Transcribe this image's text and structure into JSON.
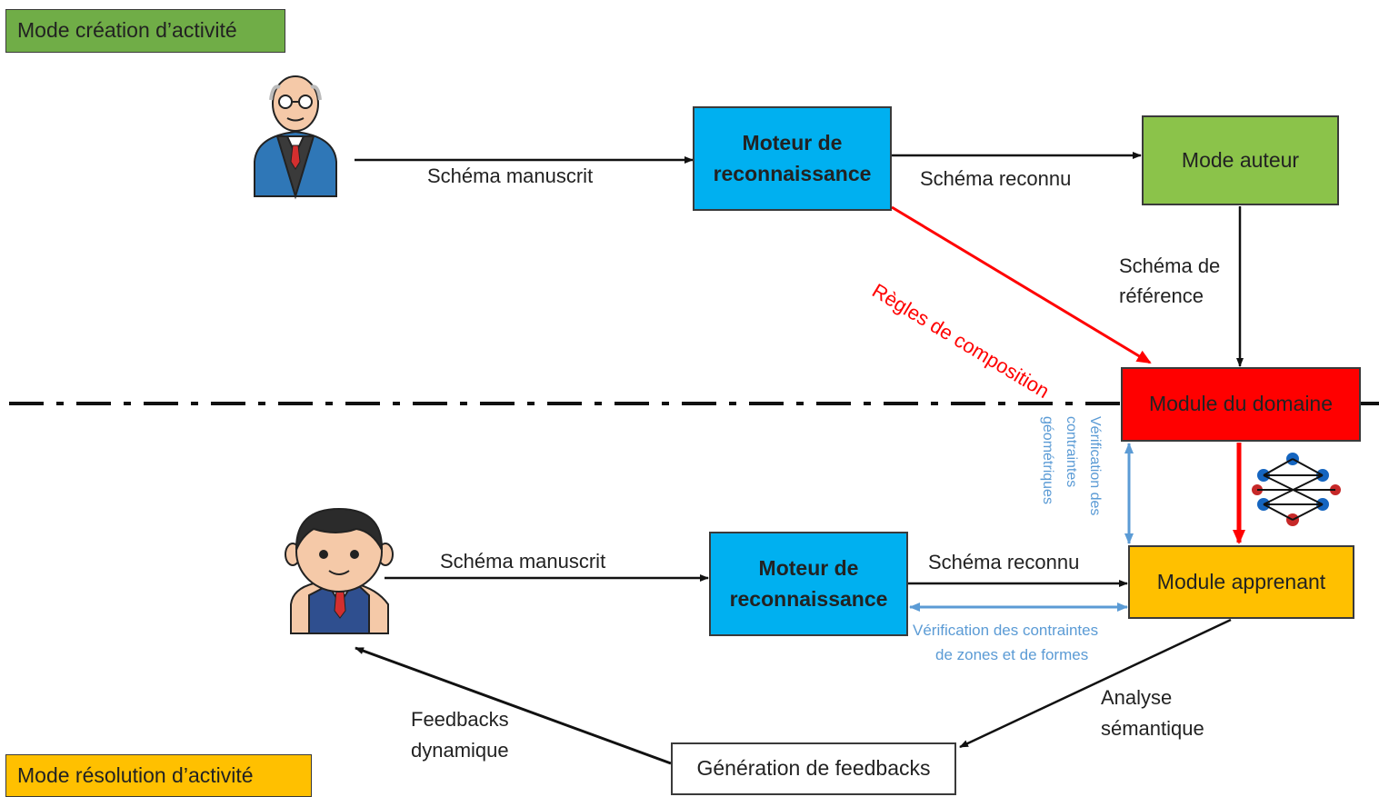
{
  "modes": {
    "creation": {
      "label": "Mode création d’activité",
      "color": "#70ad47"
    },
    "resolution": {
      "label": "Mode résolution d’activité",
      "color": "#ffc000"
    }
  },
  "nodes": {
    "recognition_top": {
      "line1": "Moteur de",
      "line2": "reconnaissance",
      "color": "#00b0f0"
    },
    "author_mode": {
      "label": "Mode auteur",
      "color": "#8bc34a"
    },
    "domain_module": {
      "label": "Module du domaine",
      "color": "#ff0000"
    },
    "recognition_bottom": {
      "line1": "Moteur de",
      "line2": "reconnaissance",
      "color": "#00b0f0"
    },
    "learner_module": {
      "label": "Module apprenant",
      "color": "#ffc000"
    },
    "feedback_generation": {
      "label": "Génération de feedbacks"
    }
  },
  "edges": {
    "top_manuscript": "Schéma manuscrit",
    "top_recognized": "Schéma reconnu",
    "reference_line1": "Schéma de",
    "reference_line2": "référence",
    "composition_rules": "Règles de composition",
    "geo_constraints_line1": "Vérification des",
    "geo_constraints_line2": "contraintes",
    "geo_constraints_line3": "géométriques",
    "bottom_manuscript": "Schéma manuscrit",
    "bottom_recognized": "Schéma reconnu",
    "zone_constraints_line1": "Vérification des contraintes",
    "zone_constraints_line2": "de zones et de formes",
    "semantic_line1": "Analyse",
    "semantic_line2": "sémantique",
    "feedback_line1": "Feedbacks",
    "feedback_line2": "dynamique"
  },
  "colors": {
    "arrow": "#111111",
    "red_arrow": "#ff0000",
    "blue_arrow": "#5b9bd5"
  }
}
